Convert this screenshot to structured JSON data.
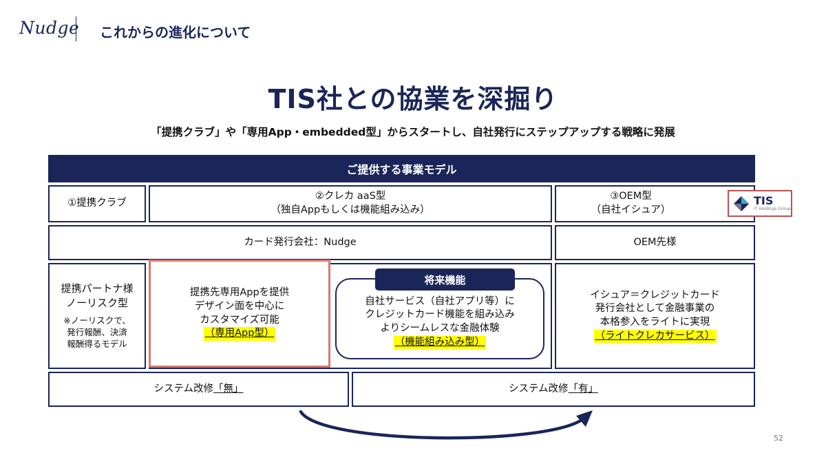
{
  "header": {
    "logo": "Nudge",
    "title": "これからの進化について"
  },
  "main_title": "TIS社との協業を深掘り",
  "subtitle": "「提携クラブ」や「専用App・embedded型」からスタートし、自社発行にステップアップする戦略に発展",
  "banner": "ご提供する事業モデル",
  "models": {
    "m1": "①提携クラブ",
    "m2_line1": "②クレカ aaS型",
    "m2_line2": "（独自Appもしくは機能組み込み）",
    "m3_line1": "③OEM型",
    "m3_line2": "（自社イシュア）"
  },
  "tis_logo": {
    "text": "TIS",
    "sub": "IT Holdings Group"
  },
  "issuer_row": {
    "card_company": "カード発行会社：Nudge",
    "oem": "OEM先様"
  },
  "details": {
    "partner_title1": "提携パートナ様",
    "partner_title2": "ノーリスク型",
    "partner_note1": "※ノーリスクで、",
    "partner_note2": "発行報酬、決済",
    "partner_note3": "報酬得るモデル",
    "app_line1": "提携先専用Appを提供",
    "app_line2": "デザイン面を中心に",
    "app_line3": "カスタマイズ可能",
    "app_tag": "（専用App型）",
    "future_label": "将来機能",
    "future_line1": "自社サービス（自社アプリ等）に",
    "future_line2": "クレジットカード機能を組み込み",
    "future_line3": "よりシームレスな金融体験",
    "future_tag": "（機能組み込み型）",
    "oem_line1": "イシュア＝クレジットカード",
    "oem_line2": "発行会社として金融事業の",
    "oem_line3": "本格参入をライトに実現",
    "oem_tag": "（ライトクレカサービス）"
  },
  "system": {
    "left_prefix": "システム改修",
    "left_value": "「無」",
    "right_prefix": "システム改修",
    "right_value": "「有」"
  },
  "page_number": "52",
  "colors": {
    "navy": "#1a2559",
    "highlight": "#ffff00",
    "orange_frame": "#d8796a",
    "tis_frame": "#c0504d"
  }
}
